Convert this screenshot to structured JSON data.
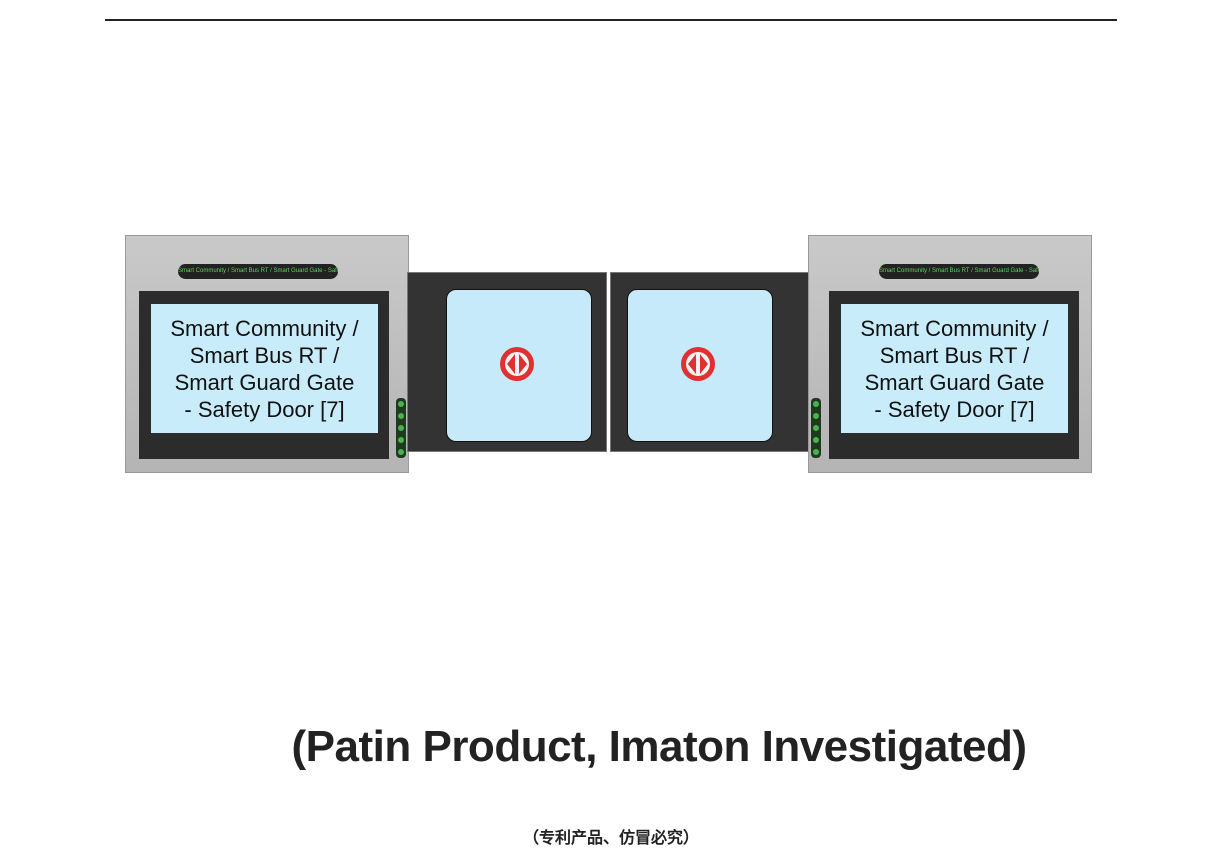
{
  "product": {
    "panel_label": "Smart Community / Smart Bus RT / Smart Guard Gate - Safety Door",
    "screen_lines": [
      "Smart Community /",
      "Smart Bus RT /",
      "Smart Guard Gate",
      "- Safety Door [7]"
    ],
    "door_icon": "red-circle-double-arrow-icon"
  },
  "caption": {
    "title": "(Patin Product,  Imaton Investigated)",
    "subtitle": "（专利产品、仿冒必究）"
  },
  "colors": {
    "screen": "#c8ecf9",
    "sign": "#e03030",
    "led": "#4caf50"
  }
}
